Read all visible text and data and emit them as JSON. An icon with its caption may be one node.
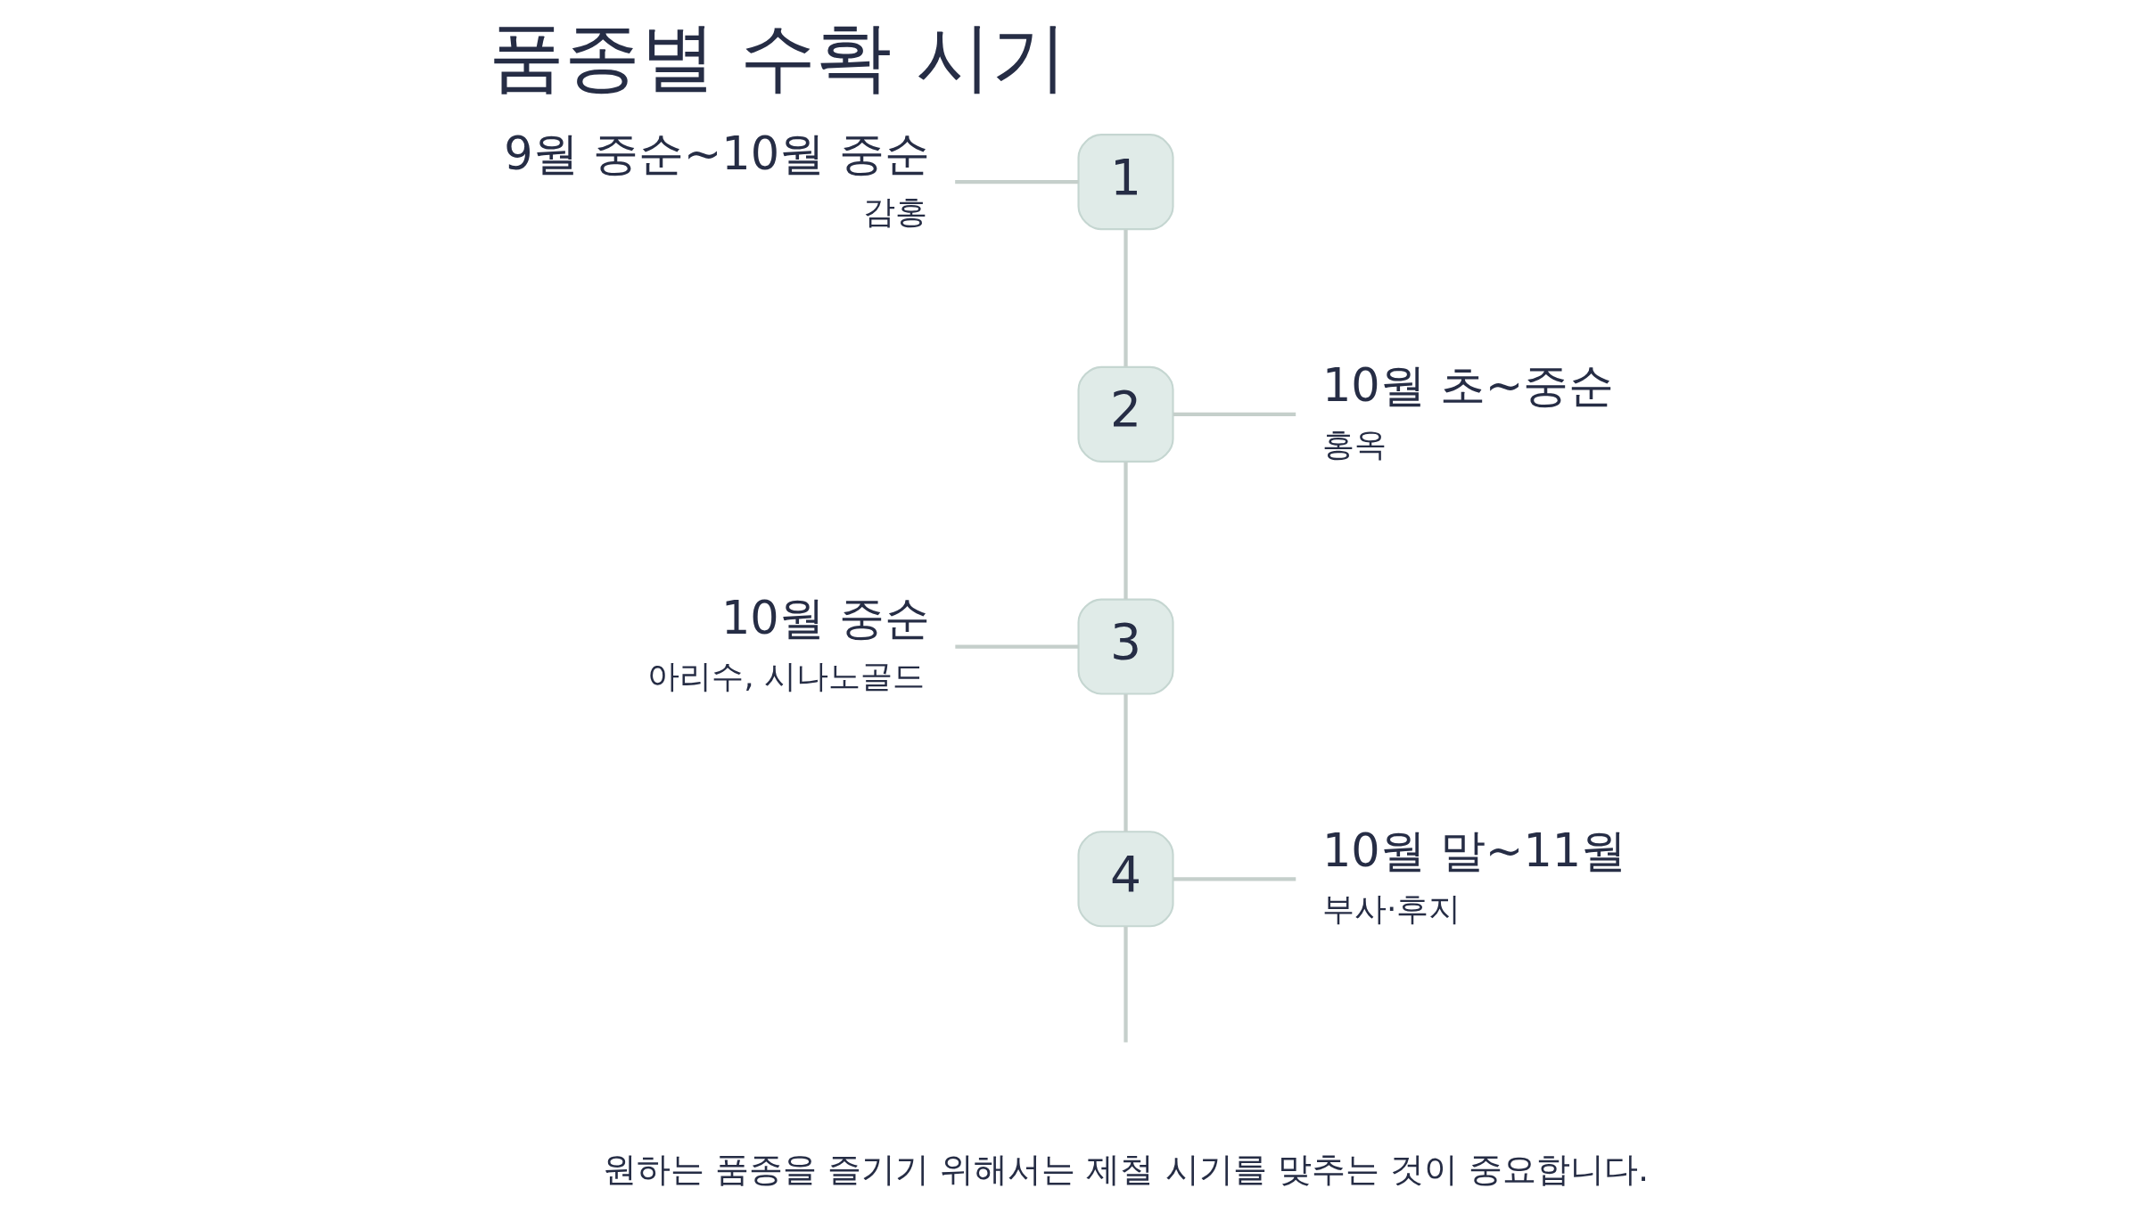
{
  "diagram": {
    "title": "품종별 수확 시기",
    "caption": "원하는 품종을 즐기기 위해서는 제철 시기를 맞추는 것이 중요합니다.",
    "nodes": [
      {
        "text": [
          "9월 중순~10월 중순",
          "감홍"
        ]
      },
      {
        "text": [
          "1"
        ]
      },
      {
        "text": [
          "2"
        ]
      },
      {
        "text": [
          "10월 초~중순",
          "홍옥"
        ]
      },
      {
        "text": [
          "10월 중순",
          "아리수, 시나노골드"
        ]
      },
      {
        "text": [
          "3"
        ]
      },
      {
        "text": [
          "4"
        ]
      },
      {
        "text": [
          "10월 말~11월",
          "부사·후지"
        ]
      }
    ],
    "edges": [
      {
        "from": 0,
        "to": 1,
        "arrow": "none"
      },
      {
        "from": 1,
        "to": 2,
        "arrow": "none"
      },
      {
        "from": 2,
        "to": 3,
        "arrow": "none"
      },
      {
        "from": 4,
        "to": 5,
        "arrow": "none"
      },
      {
        "from": 2,
        "to": 5,
        "arrow": "none"
      },
      {
        "from": 5,
        "to": 6,
        "arrow": "none"
      },
      {
        "from": 6,
        "to": 7,
        "arrow": "none"
      },
      {
        "from": 6,
        "to": null,
        "arrow": "none"
      }
    ]
  }
}
